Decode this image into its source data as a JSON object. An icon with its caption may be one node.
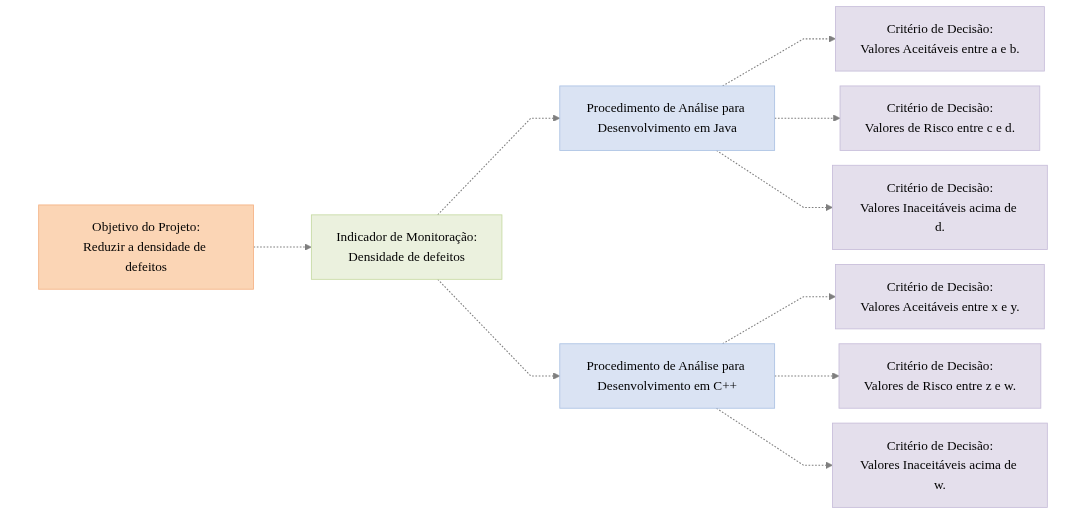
{
  "diagram": {
    "nodes": [
      {
        "text": [
          "Objetivo do Projeto:",
          "Reduzir a densidade de defeitos"
        ]
      },
      {
        "text": [
          "Indicador de Monitoração:",
          "Densidade de defeitos"
        ]
      },
      {
        "text": [
          "Procedimento de Análise para Desenvolvimento em Java"
        ]
      },
      {
        "text": [
          "Procedimento de Análise para Desenvolvimento em C++"
        ]
      },
      {
        "text": [
          "Critério de Decisão:",
          "Valores Aceitáveis entre a e b."
        ]
      },
      {
        "text": [
          "Critério de Decisão:",
          "Valores de Risco entre c e d."
        ]
      },
      {
        "text": [
          "Critério de Decisão:",
          "Valores Inaceitáveis acima de d."
        ]
      },
      {
        "text": [
          "Critério de Decisão:",
          "Valores Aceitáveis entre x e y."
        ]
      },
      {
        "text": [
          "Critério de Decisão:",
          "Valores de Risco entre z e w."
        ]
      },
      {
        "text": [
          "Critério de Decisão:",
          "Valores Inaceitáveis acima de w."
        ]
      }
    ],
    "edges": [
      {
        "from": 0,
        "to": 1,
        "arrow": "to",
        "style": "dashed"
      },
      {
        "from": 1,
        "to": 2,
        "arrow": "to",
        "style": "dashed"
      },
      {
        "from": 1,
        "to": 3,
        "arrow": "to",
        "style": "dashed"
      },
      {
        "from": 2,
        "to": 4,
        "arrow": "to",
        "style": "dashed"
      },
      {
        "from": 2,
        "to": 5,
        "arrow": "to",
        "style": "dashed"
      },
      {
        "from": 2,
        "to": 6,
        "arrow": "to",
        "style": "dashed"
      },
      {
        "from": 3,
        "to": 7,
        "arrow": "to",
        "style": "dashed"
      },
      {
        "from": 3,
        "to": 8,
        "arrow": "to",
        "style": "dashed"
      },
      {
        "from": 3,
        "to": 9,
        "arrow": "to",
        "style": "dashed"
      }
    ]
  }
}
